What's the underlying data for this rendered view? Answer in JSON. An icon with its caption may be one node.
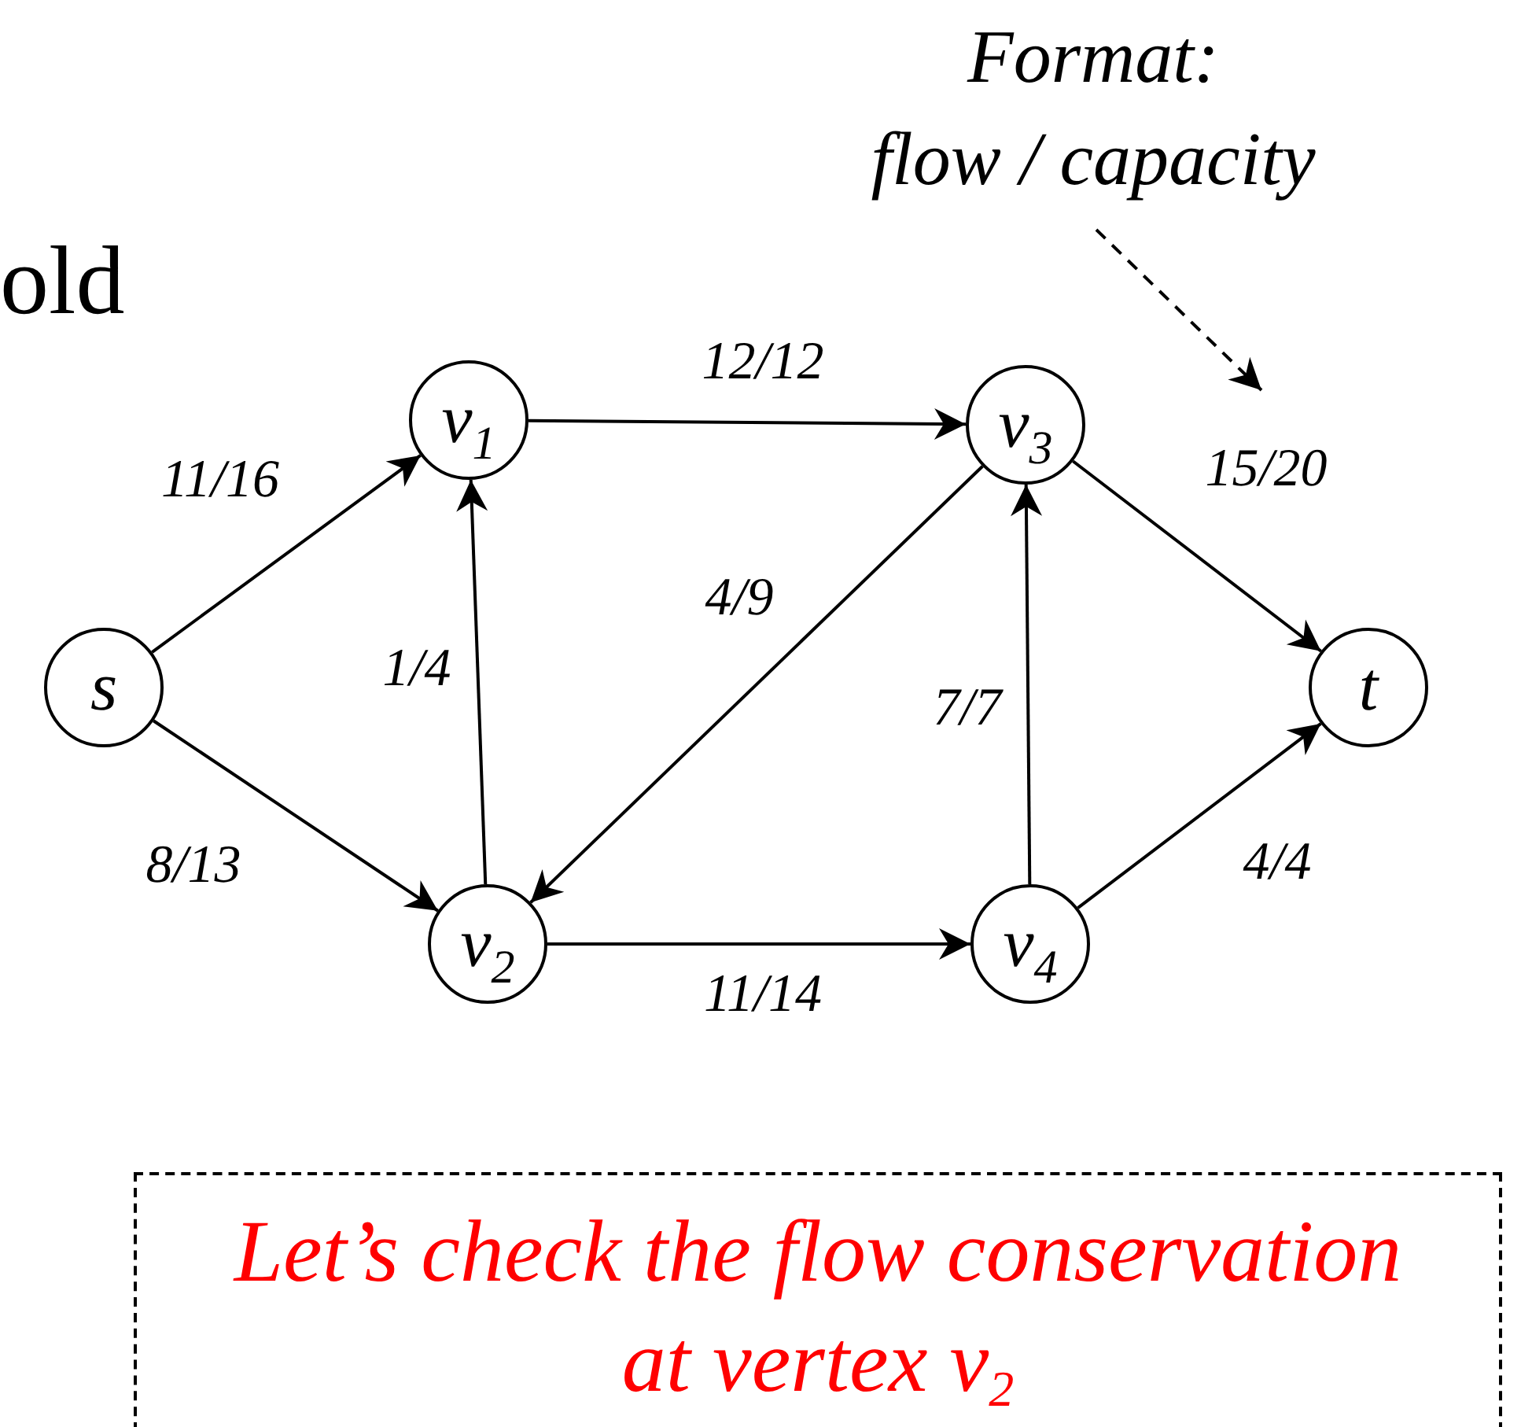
{
  "diagram": {
    "nodes": [
      {
        "text": [
          "s"
        ]
      },
      {
        "text": [
          "v$_{1}$"
        ]
      },
      {
        "text": [
          "v$_{2}$"
        ]
      },
      {
        "text": [
          "v$_{3}$"
        ]
      },
      {
        "text": [
          "v$_{4}$"
        ]
      },
      {
        "text": [
          "t"
        ]
      },
      {
        "text": [
          "Format:",
          "flow / capacity"
        ]
      },
      {
        "text": [
          "Let’s check the flow conservation at vertex v$_{2}$"
        ]
      }
    ],
    "edges": [
      {
        "from": 0,
        "to": 1,
        "arrow": "to",
        "label": "11/16"
      },
      {
        "from": 0,
        "to": 2,
        "arrow": "to",
        "label": "8/13"
      },
      {
        "from": 1,
        "to": 3,
        "arrow": "to",
        "label": "12/12"
      },
      {
        "from": 2,
        "to": 1,
        "arrow": "to",
        "label": "1/4"
      },
      {
        "from": 3,
        "to": 2,
        "arrow": "to",
        "label": "4/9"
      },
      {
        "from": 2,
        "to": 4,
        "arrow": "to",
        "label": "11/14"
      },
      {
        "from": 4,
        "to": 3,
        "arrow": "to",
        "label": "7/7"
      },
      {
        "from": 3,
        "to": 5,
        "arrow": "to",
        "label": "15/20"
      },
      {
        "from": 4,
        "to": 5,
        "arrow": "to",
        "label": "4/4"
      },
      {
        "from": 6,
        "to": null,
        "arrow": "to",
        "style": "dashed"
      }
    ],
    "labels": [
      "old"
    ]
  }
}
